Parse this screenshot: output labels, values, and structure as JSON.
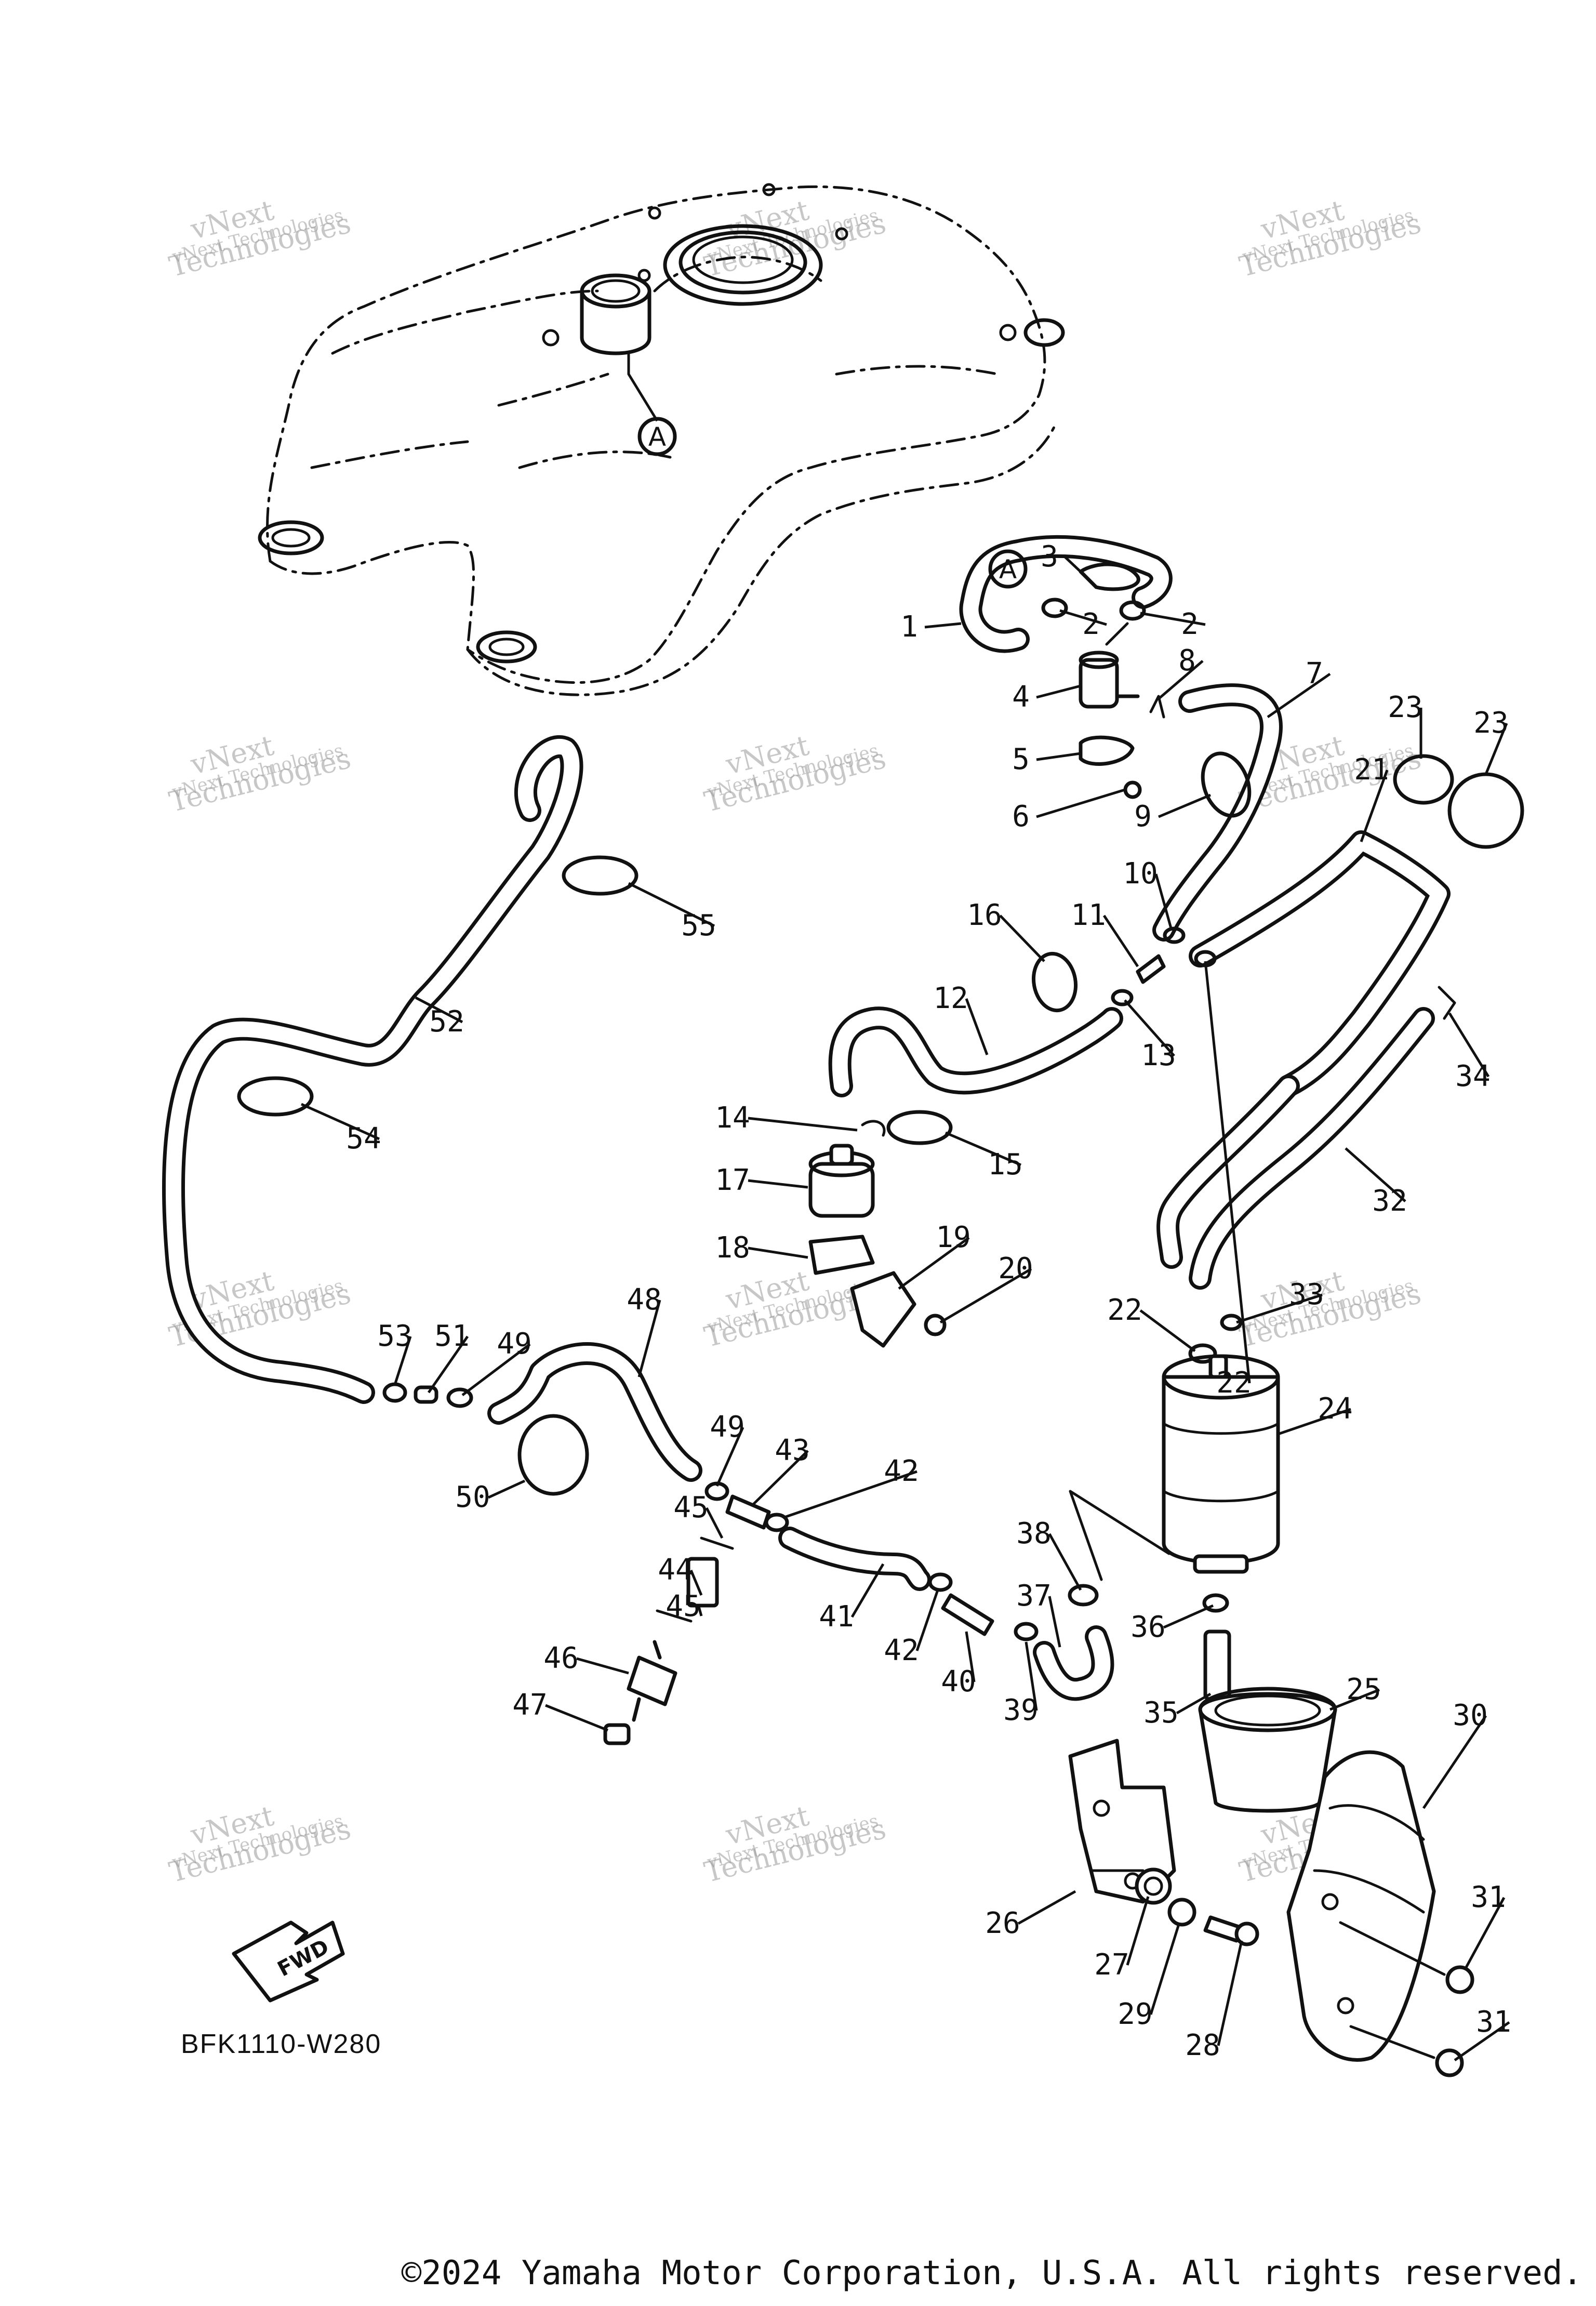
{
  "diagram_code": "BFK1110-W280",
  "copyright": "©2024 Yamaha Motor Corporation, U.S.A. All rights reserved.",
  "direction_label": "FWD",
  "reference_mark": "A",
  "watermark": {
    "line1": "vNext",
    "line2": "Technologies",
    "line3": "vNext Technologies"
  },
  "callouts": [
    "1",
    "2",
    "2",
    "3",
    "4",
    "5",
    "6",
    "7",
    "8",
    "9",
    "10",
    "11",
    "12",
    "13",
    "14",
    "15",
    "16",
    "17",
    "18",
    "19",
    "20",
    "21",
    "22",
    "22",
    "23",
    "23",
    "24",
    "25",
    "26",
    "27",
    "28",
    "29",
    "30",
    "31",
    "31",
    "32",
    "33",
    "34",
    "35",
    "36",
    "37",
    "38",
    "39",
    "40",
    "41",
    "42",
    "42",
    "43",
    "44",
    "45",
    "45",
    "46",
    "47",
    "48",
    "49",
    "49",
    "50",
    "51",
    "52",
    "53",
    "54",
    "55"
  ],
  "line_color": "#111111",
  "watermark_color": "#9a9a9a"
}
